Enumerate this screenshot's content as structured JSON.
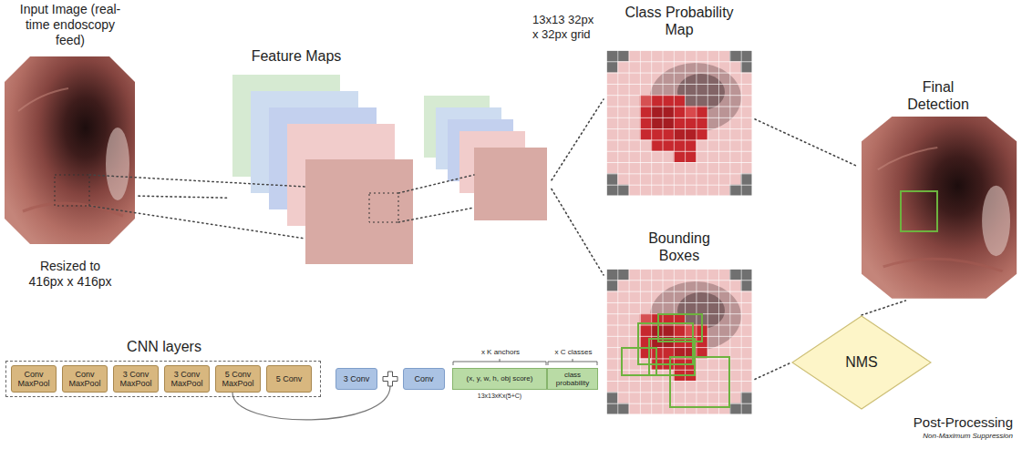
{
  "diagram": {
    "nodes": [
      {
        "text": [
          "Input Image (real-time endoscopy feed)",
          "Resized to 416px x 416px"
        ]
      },
      {
        "text": [
          "Feature Maps"
        ]
      },
      {
        "text": [
          "Class Probability Map"
        ]
      },
      {
        "text": [
          "Bounding Boxes"
        ]
      },
      {
        "text": [
          "Final Detection"
        ]
      },
      {
        "text": [
          "NMS"
        ]
      },
      {
        "text": [
          "CNN layers"
        ]
      },
      {
        "text": [
          "Conv MaxPool"
        ],
        "in": 6
      },
      {
        "text": [
          "Conv MaxPool"
        ],
        "in": 6
      },
      {
        "text": [
          "3 Conv MaxPool"
        ],
        "in": 6
      },
      {
        "text": [
          "3 Conv MaxPool"
        ],
        "in": 6
      },
      {
        "text": [
          "5 Conv MaxPool"
        ],
        "in": 6
      },
      {
        "text": [
          "5 Conv"
        ],
        "in": 6
      },
      {
        "text": [
          "3 Conv"
        ]
      },
      {
        "text": [
          "Conv"
        ]
      },
      {
        "text": [
          "x K anchors",
          "(x, y, w, h, obj score)"
        ]
      },
      {
        "text": [
          "x C classes",
          "class probability"
        ]
      }
    ],
    "edges": [
      {
        "from": 0,
        "to": 1,
        "arrow": "none"
      },
      {
        "from": 1,
        "to": 2,
        "arrow": "none"
      },
      {
        "from": 1,
        "to": 3,
        "arrow": "none"
      },
      {
        "from": 2,
        "to": 4,
        "arrow": "none"
      },
      {
        "from": 3,
        "to": 5,
        "arrow": "none"
      },
      {
        "from": 5,
        "to": 4,
        "arrow": "none"
      }
    ],
    "labels": [
      "13x13 32px x 32px grid",
      "13x13xKx(5+C)",
      "Post-Processing",
      "Non-Maximum Suppression"
    ]
  }
}
